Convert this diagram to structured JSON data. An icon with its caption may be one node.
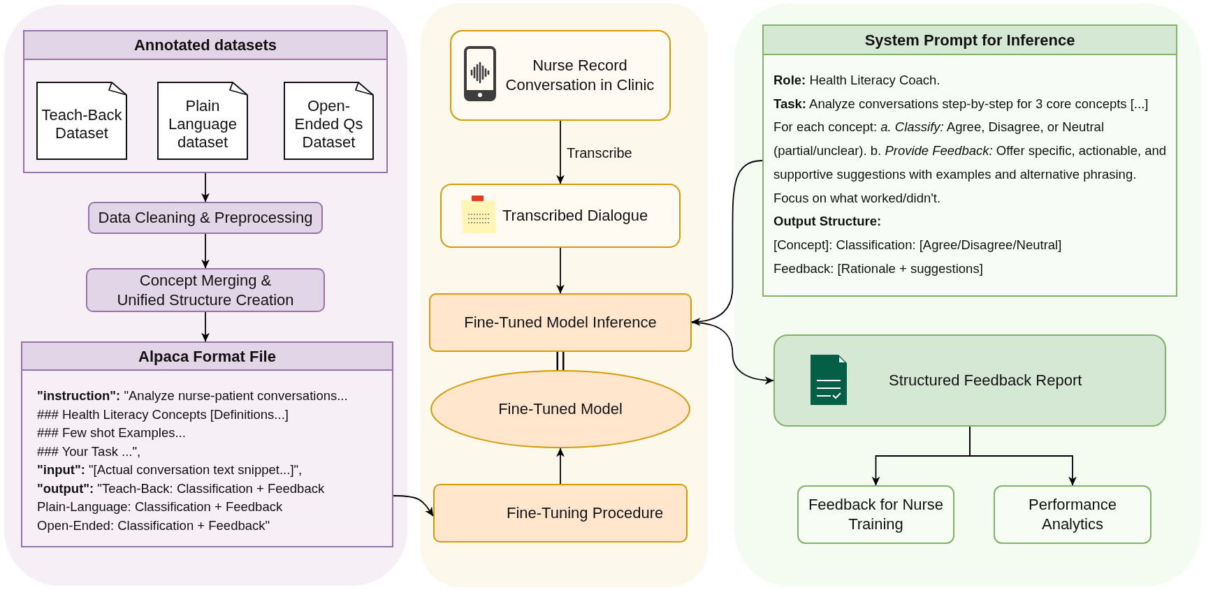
{
  "diagram": {
    "nodes": [
      {
        "text": [],
        "shape": "box"
      },
      {
        "text": [
          "Annotated datasets"
        ],
        "in": 0
      },
      {
        "text": [
          "Teach-Back Dataset"
        ],
        "in": 1
      },
      {
        "text": [
          "Plain Language dataset"
        ],
        "in": 1
      },
      {
        "text": [
          "Open-Ended Qs Dataset"
        ],
        "in": 1
      },
      {
        "text": [
          "Data Cleaning & Preprocessing"
        ],
        "in": 0
      },
      {
        "text": [
          "Concept Merging & Unified Structure Creation"
        ],
        "in": 0
      },
      {
        "text": [
          "Alpaca Format File",
          "**\"instruction\":** \"Analyze nurse-patient conversations...",
          "### Health Literacy Concepts [Definitions...]",
          "### Few shot Examples...",
          "### Your Task ...\",",
          "**\"input\":** \"[Actual conversation text snippet...]\",",
          "**\"output\":** \"Teach-Back: Classification + Feedback",
          "Plain-Language: Classification + Feedback",
          "Open-Ended: Classification + Feedback\""
        ],
        "in": 0
      },
      {
        "text": [],
        "shape": "box"
      },
      {
        "text": [
          "Nurse Record Conversation in Clinic"
        ],
        "in": 8
      },
      {
        "text": [
          "Transcribed Dialogue"
        ],
        "in": 8
      },
      {
        "text": [
          "Fine-Tuned Model Inference"
        ],
        "in": 8
      },
      {
        "text": [
          "Fine-Tuned Model"
        ],
        "in": 8
      },
      {
        "text": [
          "Fine-Tuning Procedure"
        ],
        "in": 8
      },
      {
        "text": [],
        "shape": "box"
      },
      {
        "text": [
          "System Prompt for Inference",
          "**Role:** Health Literacy Coach.",
          "**Task:** Analyze conversations step-by-step for 3 core concepts [...]",
          "For each concept: *a. Classify:* Agree, Disagree, or Neutral (partial/unclear). b. *Provide Feedback:* Offer specific, actionable, and supportive suggestions with examples and alternative phrasing. Focus on what worked/didn't.",
          "Output Structure:",
          "[Concept]: Classification: [Agree/Disagree/Neutral]",
          "Feedback: [Rationale + suggestions]"
        ],
        "in": 14
      },
      {
        "text": [
          "Structured Feedback Report"
        ],
        "in": 14
      },
      {
        "text": [
          "Feedback for Nurse Training"
        ],
        "in": 14
      },
      {
        "text": [
          "Performance Analytics"
        ],
        "in": 14
      }
    ],
    "edges": [
      {
        "from": 1,
        "to": 5,
        "arrow": "to"
      },
      {
        "from": 5,
        "to": 6,
        "arrow": "to"
      },
      {
        "from": 6,
        "to": 7,
        "arrow": "to"
      },
      {
        "from": 7,
        "to": 13,
        "arrow": "to"
      },
      {
        "from": 9,
        "to": 10,
        "arrow": "to",
        "label": "Transcribe"
      },
      {
        "from": 10,
        "to": 11,
        "arrow": "to"
      },
      {
        "from": 11,
        "to": 12,
        "arrow": "none"
      },
      {
        "from": 13,
        "to": 12,
        "arrow": "to"
      },
      {
        "from": 15,
        "to": 11,
        "arrow": "to"
      },
      {
        "from": 11,
        "to": 16,
        "arrow": "to"
      },
      {
        "from": 16,
        "to": 17,
        "arrow": "to"
      },
      {
        "from": 16,
        "to": 18,
        "arrow": "to"
      }
    ]
  }
}
